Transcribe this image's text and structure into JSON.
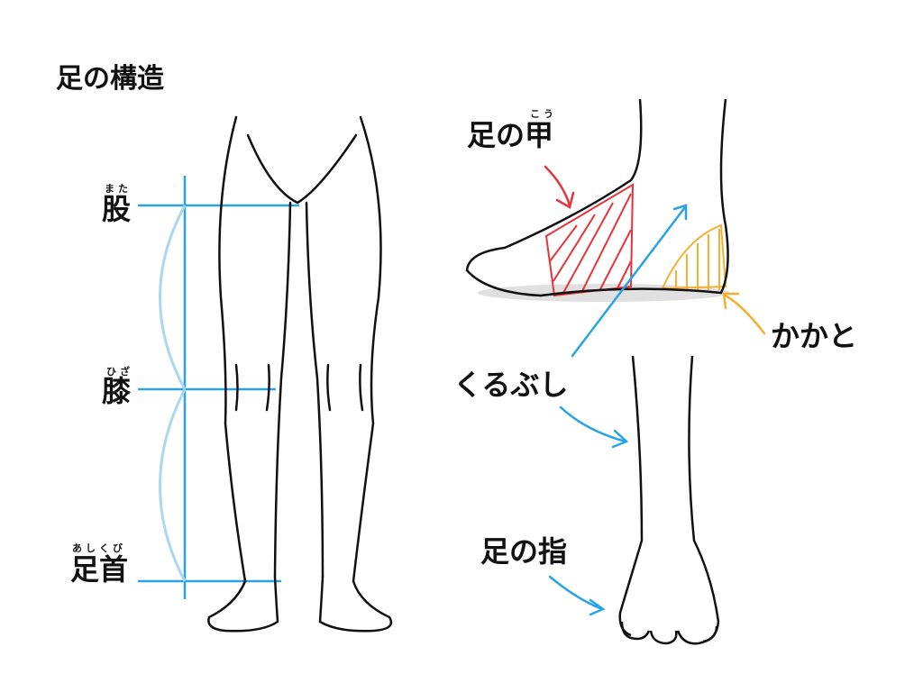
{
  "title": "足の構造",
  "left_labels": {
    "hip": {
      "text": "股",
      "ruby": "また"
    },
    "knee": {
      "text": "膝",
      "ruby": "ひざ"
    },
    "ankle": {
      "text": "足首",
      "ruby": "あしくび"
    }
  },
  "right_labels": {
    "instep": {
      "text": "足の甲",
      "ruby": "こう"
    },
    "heel": {
      "text": "かかと"
    },
    "ankle_bone": {
      "text": "くるぶし"
    },
    "toes": {
      "text": "足の指"
    }
  },
  "colors": {
    "guide_blue": "#2aa3e6",
    "arc_light_blue": "#a9d8f2",
    "instep_red": "#e8323c",
    "heel_orange": "#f5b030",
    "ink": "#111111"
  }
}
